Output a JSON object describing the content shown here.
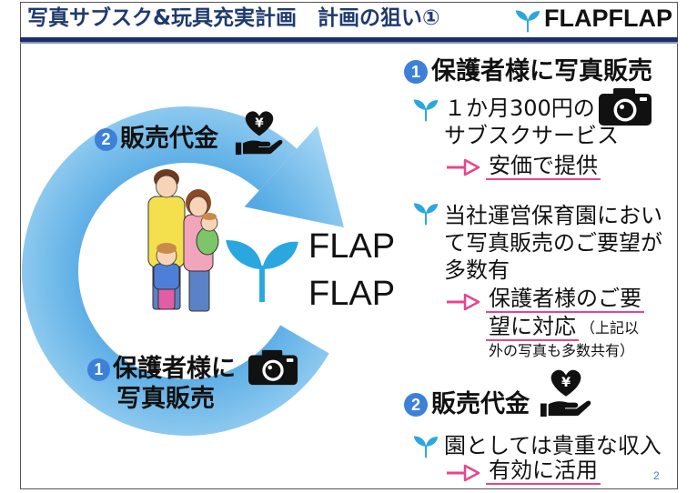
{
  "header": {
    "title": "写真サブスク&玩具充実計画　計画の狙い①",
    "logo_text": "FLAPFLAP"
  },
  "cycle": {
    "top_step": {
      "number": "2",
      "label": "販売代金"
    },
    "bottom_step": {
      "number": "1",
      "line1": "保護者様に",
      "line2": "写真販売"
    },
    "brand_line1": "FLAP",
    "brand_line2": "FLAP"
  },
  "right_panel": {
    "section1": {
      "number": "1",
      "heading": "保護者様に写真販売",
      "bullets": [
        {
          "lines": [
            "１か月300円の",
            "サブスクサービス"
          ],
          "result_lines": [
            "安価で提供"
          ]
        },
        {
          "lines": [
            "当社運営保育園におい",
            "て写真販売のご要望が",
            "多数有"
          ],
          "result_lines": [
            "保護者様のご要",
            "望に対応"
          ],
          "note_lines": [
            "（上記以",
            "外の写真も多数共有）"
          ]
        }
      ]
    },
    "section2": {
      "number": "2",
      "heading": "販売代金",
      "bullets": [
        {
          "lines": [
            "園としては貴重な収入"
          ],
          "result_lines": [
            "有効に活用"
          ]
        }
      ]
    }
  },
  "icons": {
    "logo": "sprout-icon",
    "bullet": "sprout-icon",
    "photo": "camera-icon",
    "money": "yen-heart-hand-icon",
    "result_arrow": "pink-arrow-icon",
    "cycle": "circular-arrow-icon",
    "yen_symbol": "¥"
  },
  "colors": {
    "title": "#1f3a6e",
    "header_bar": "#1c2f6b",
    "number_badge": "#3d80d8",
    "sprout": "#2aa7df",
    "highlight_pink": "#e6468f",
    "page_number": "#3d80d8",
    "cycle_arrow_inner": "#55aae4",
    "cycle_arrow_outer": "#a6d7f4"
  },
  "page_number": "2"
}
